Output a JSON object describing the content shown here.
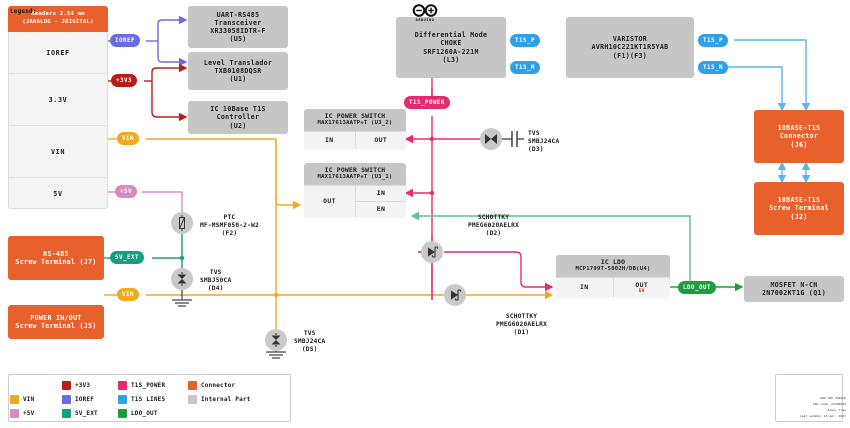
{
  "diagram": {
    "title": "Power Tree",
    "headers_block": {
      "title_line1": "Headers 2.54 mm",
      "title_line2": "(JANALOG - JDIGITAL)",
      "rows": [
        {
          "label": "IOREF"
        },
        {
          "label": "3.3V"
        },
        {
          "label": "VIN"
        },
        {
          "label": "5V"
        }
      ]
    },
    "nets": [
      {
        "name": "IOREF",
        "label": "IOREF",
        "color": "#6b6be0"
      },
      {
        "name": "3V3",
        "label": "+3V3",
        "color": "#b81e18"
      },
      {
        "name": "VIN",
        "label": "VIN",
        "color": "#eeab22"
      },
      {
        "name": "5V",
        "label": "+5V",
        "color": "#d98ac4"
      },
      {
        "name": "5V_EXT",
        "label": "5V_EXT",
        "color": "#13a07e"
      },
      {
        "name": "T1S_POWER",
        "label": "T1S_POWER",
        "color": "#e52a6f"
      },
      {
        "name": "T1S_P",
        "label": "T1S_P",
        "color": "#2f9fe8"
      },
      {
        "name": "T1S_N",
        "label": "T1S_N",
        "color": "#2f9fe8"
      },
      {
        "name": "LDO_OUT",
        "label": "LDO_OUT",
        "color": "#1b9e3e"
      }
    ],
    "blocks": {
      "uart": {
        "lines": [
          "UART-RS485",
          "Transceiver",
          "XR33058IDTR-F",
          "(U5)"
        ]
      },
      "level_translator": {
        "lines": [
          "Level Translador",
          "TXB0108DQSR",
          "(U1)"
        ]
      },
      "t1s_controller": {
        "lines": [
          "IC 10Base T1S",
          "Controller",
          "(U2)"
        ]
      },
      "choke": {
        "lines": [
          "Differential Mode",
          "CHOKE",
          "SRF1260A-221M",
          "(L3)"
        ]
      },
      "varistor": {
        "lines": [
          "VARISTOR",
          "AVRH10C221KT1R5YAB",
          "(F1)(F3)"
        ]
      },
      "connector_j6": {
        "lines": [
          "10BASE-T1S",
          "Connector",
          "(J6)"
        ]
      },
      "screw_j2": {
        "lines": [
          "10BASE-T1S",
          "Screw Terminal",
          "(J2)"
        ]
      },
      "rs485_j7": {
        "lines": [
          "RS-485",
          "Screw Terminal (J7)"
        ]
      },
      "power_j5": {
        "lines": [
          "POWER IN/OUT",
          "Screw Terminal (J5)"
        ]
      },
      "mosfet": {
        "lines": [
          "MOSFET N-CH",
          "2N7002KT1G  (Q1)"
        ]
      },
      "power_switch_u3_2": {
        "head_line1": "IC POWER SWITCH",
        "head_line2": "MAX17613AATP+T (U3_2)",
        "pins": [
          {
            "label": "IN"
          },
          {
            "label": "OUT"
          }
        ]
      },
      "power_switch_u3_1": {
        "head_line1": "IC POWER SWITCH",
        "head_line2": "MAX17613AATP+T (U3_1)",
        "pins": [
          {
            "label": "OUT"
          },
          {
            "label": "IN"
          },
          {
            "label": "EN"
          }
        ]
      },
      "ldo_u4": {
        "head_line1": "IC LDO",
        "head_line2": "MCP1799T-5002H/DB(U4)",
        "pins": [
          {
            "label": "IN",
            "sub": ""
          },
          {
            "label": "OUT",
            "sub": "5V"
          }
        ]
      }
    },
    "components": [
      {
        "name": "ptc-f2",
        "symbol": "ptc",
        "lines": [
          "PTC",
          "MF-MSMF050-2-W2",
          "(F2)"
        ]
      },
      {
        "name": "tvs-d4",
        "symbol": "tvs",
        "lines": [
          "TVS",
          "SMBJ50CA",
          "(D4)"
        ]
      },
      {
        "name": "tvs-d5",
        "symbol": "tvs",
        "lines": [
          "TVS",
          "SMBJ24CA",
          "(D5)"
        ]
      },
      {
        "name": "tvs-d3",
        "symbol": "tvs-cap",
        "lines": [
          "TVS",
          "SMBJ24CA",
          "(D3)"
        ]
      },
      {
        "name": "schottky-d2",
        "symbol": "schottky",
        "lines": [
          "SCHOTTKY",
          "PMEG6020AELRX",
          "(D2)"
        ]
      },
      {
        "name": "schottky-d1",
        "symbol": "schottky",
        "lines": [
          "SCHOTTKY",
          "PMEG6020AELRX",
          "(D1)"
        ]
      }
    ],
    "legend": {
      "title": "Legend:",
      "items": [
        {
          "label": "+3V3",
          "color": "#b81e18"
        },
        {
          "label": "T1S_POWER",
          "color": "#e52a6f"
        },
        {
          "label": "Connector",
          "color": "#e8602c"
        },
        {
          "label": "VIN",
          "color": "#eeab22"
        },
        {
          "label": "IOREF",
          "color": "#6b6be0"
        },
        {
          "label": "T1S LINES",
          "color": "#2f9fe8"
        },
        {
          "label": "Internal Part",
          "color": "#c6c6c6"
        },
        {
          "label": "+5V",
          "color": "#d98ac4"
        },
        {
          "label": "5V_EXT",
          "color": "#13a07e"
        },
        {
          "label": "LDO_OUT",
          "color": "#1b9e3e"
        }
      ]
    },
    "titleblock": {
      "brand": "ARDUINO",
      "line1": "UNO SPE SHIELD",
      "line2": "SKU code: ASX00076",
      "line3": "Power Tree",
      "line4": "Last update: 16 Apr. 2023"
    }
  }
}
